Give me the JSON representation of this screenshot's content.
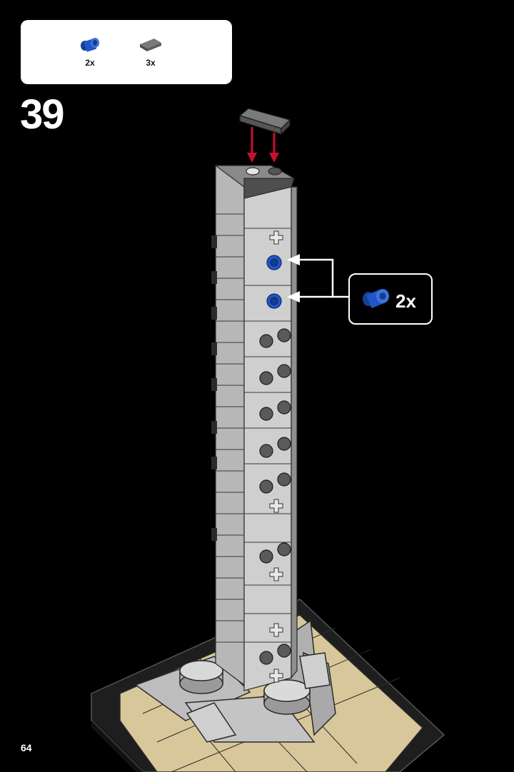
{
  "parts_list": {
    "items": [
      {
        "icon": "blue-pin-connector-icon",
        "qty": "2x",
        "color": "#1f4fb5"
      },
      {
        "icon": "dark-gray-tile-icon",
        "qty": "3x",
        "color": "#6b6b6b"
      }
    ]
  },
  "step": {
    "number": "39"
  },
  "callout": {
    "icon": "blue-pin-connector-icon",
    "qty": "2x"
  },
  "page": {
    "number": "64"
  },
  "colors": {
    "background": "#000000",
    "tower_light": "#c9c9c9",
    "tower_mid": "#a8a8a8",
    "tower_dark": "#7c7c7c",
    "base_tan": "#d8c79a",
    "arrow_red": "#c8102e",
    "pin_blue": "#1f4fb5"
  }
}
